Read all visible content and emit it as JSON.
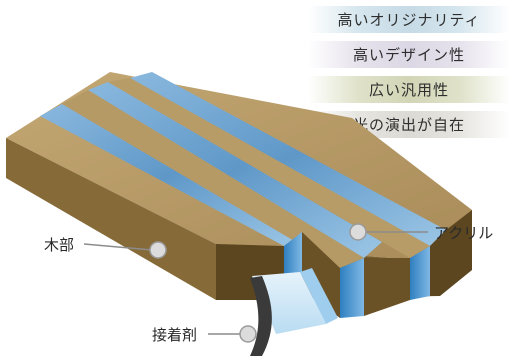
{
  "features": [
    {
      "label": "高いオリジナリティ"
    },
    {
      "label": "高いデザイン性"
    },
    {
      "label": "広い汎用性"
    },
    {
      "label": "光の演出が自在"
    }
  ],
  "callouts": {
    "wood": "木部",
    "acrylic": "アクリル",
    "adhesive": "接着剤"
  },
  "colors": {
    "wood_top": "#b79a67",
    "wood_side": "#866a38",
    "wood_dark": "#5c4620",
    "acrylic": "#6fa4d0",
    "acrylic_light": "#cfe6f5",
    "adhesive": "#3a3a3a"
  }
}
